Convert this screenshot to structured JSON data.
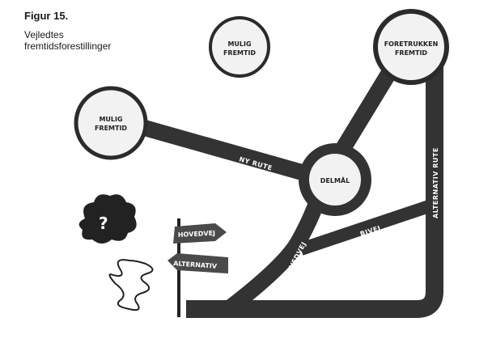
{
  "figure": {
    "title": "Figur 15.",
    "subtitle_lines": [
      "Vejledtes",
      "fremtidsforestillinger"
    ]
  },
  "nodes": {
    "mulig_top": [
      "MULIG",
      "FREMTID"
    ],
    "mulig_left": [
      "MULIG",
      "FREMTID"
    ],
    "foretrukken": [
      "FORETRUKKEN",
      "FREMTID"
    ],
    "delmaal": "DELMÅL"
  },
  "roads": {
    "ny_rute": "NY RUTE",
    "hovedvej": "HOVEDVEJ",
    "bivej": "BIVEJ",
    "alternativ_rute": "ALTERNATIV RUTE"
  },
  "signpost": {
    "top": "HOVEDVEJ",
    "bottom": "ALTERNATIV"
  },
  "thought": {
    "symbol": "?"
  },
  "colors": {
    "road": "#333333",
    "circle_fill": "#f2f2f2",
    "circle_stroke": "#2b2b2b",
    "text": "#1a1a1a",
    "sign": "#4a4a4a"
  }
}
